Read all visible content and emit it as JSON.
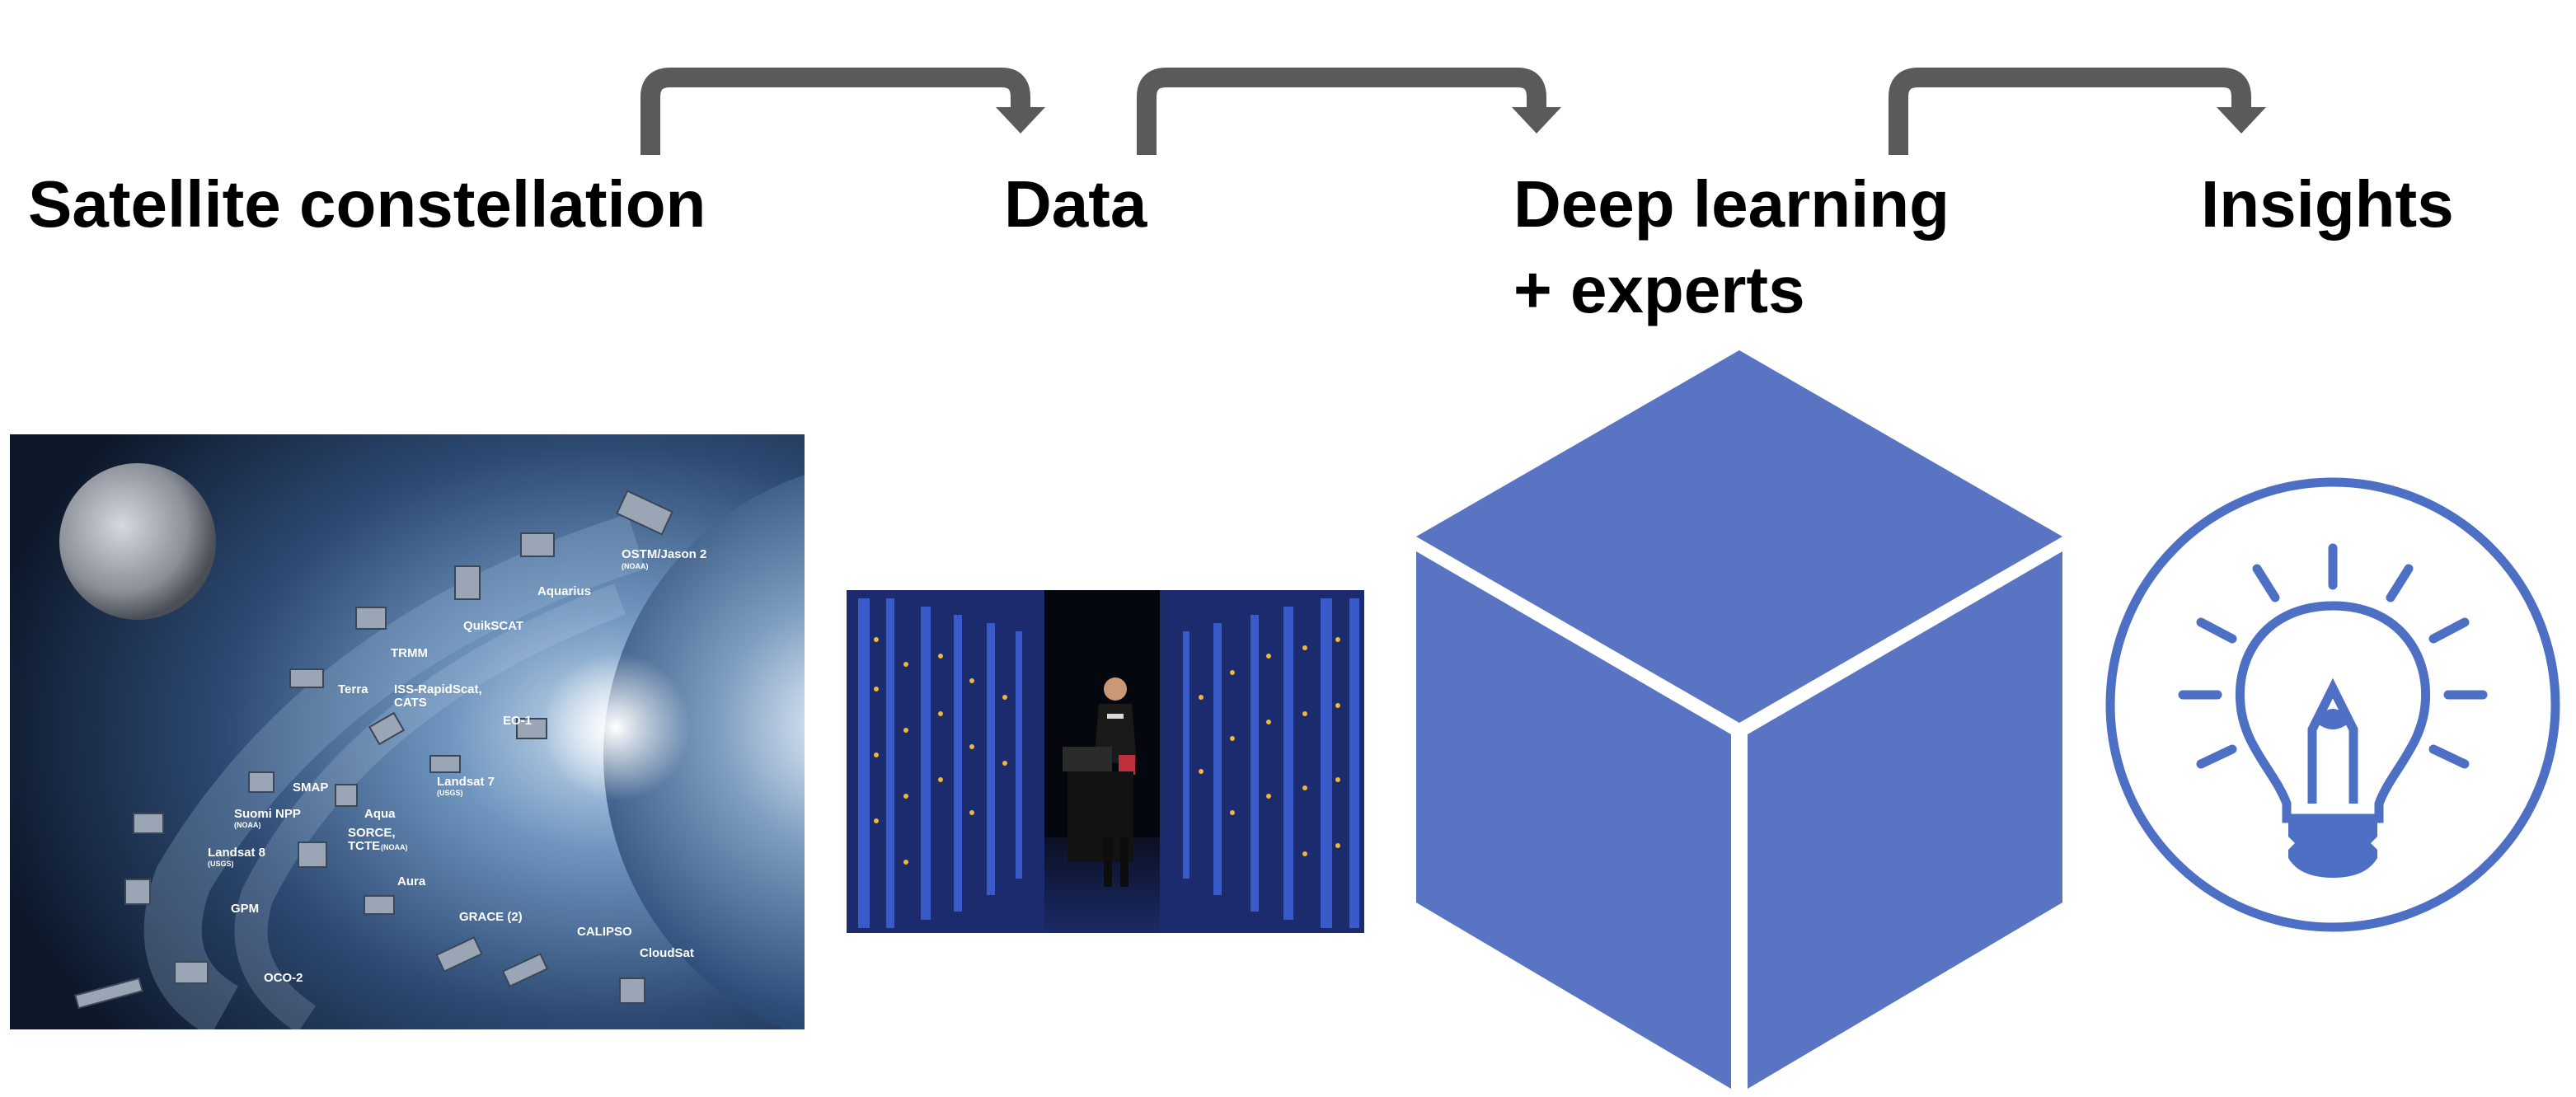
{
  "stages": {
    "satellite": "Satellite constellation",
    "data": "Data",
    "deep_learning_line1": "Deep learning",
    "deep_learning_line2": "+ experts",
    "insights": "Insights"
  },
  "satellite_labels": [
    {
      "name": "OSTM/Jason 2",
      "sub": "(NOAA)"
    },
    {
      "name": "Aquarius",
      "sub": ""
    },
    {
      "name": "QuikSCAT",
      "sub": ""
    },
    {
      "name": "TRMM",
      "sub": ""
    },
    {
      "name": "Terra",
      "sub": ""
    },
    {
      "name": "ISS-RapidScat,",
      "sub": ""
    },
    {
      "name": "CATS",
      "sub": ""
    },
    {
      "name": "EO-1",
      "sub": ""
    },
    {
      "name": "SMAP",
      "sub": ""
    },
    {
      "name": "Landsat 7",
      "sub": "(USGS)"
    },
    {
      "name": "Aqua",
      "sub": ""
    },
    {
      "name": "Suomi NPP",
      "sub": "(NOAA)"
    },
    {
      "name": "Landsat 8",
      "sub": "(USGS)"
    },
    {
      "name": "SORCE,",
      "sub": ""
    },
    {
      "name": "TCTE",
      "sub": "(NOAA)"
    },
    {
      "name": "Aura",
      "sub": ""
    },
    {
      "name": "GPM",
      "sub": ""
    },
    {
      "name": "GRACE (2)",
      "sub": ""
    },
    {
      "name": "CALIPSO",
      "sub": ""
    },
    {
      "name": "CloudSat",
      "sub": ""
    },
    {
      "name": "OCO-2",
      "sub": ""
    }
  ],
  "icons": {
    "cube": "cube-icon",
    "insight": "lightbulb-icon",
    "arrow": "curved-arrow-icon"
  },
  "colors": {
    "arrow": "#5a5a5a",
    "cube": "#5874c2",
    "bulb": "#4d6fc4",
    "text": "#000000"
  }
}
